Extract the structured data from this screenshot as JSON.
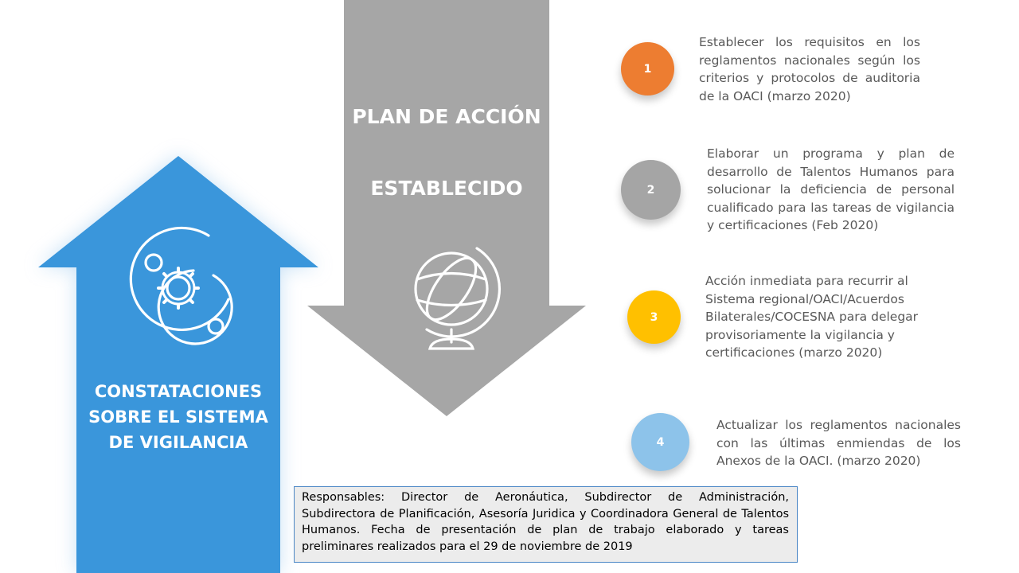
{
  "up_arrow": {
    "label": "CONSTATACIONES SOBRE EL SISTEMA DE VIGILANCIA",
    "color": "#3a96db",
    "icon": "gear-orbit-icon"
  },
  "down_arrow": {
    "title_line1": "PLAN DE ACCIÓN",
    "title_line2": "ESTABLECIDO",
    "color": "#a6a6a6",
    "icon": "globe-icon"
  },
  "steps": [
    {
      "number": "1",
      "color": "#ed7d31",
      "text": "Establecer los requisitos en los reglamentos nacionales según los criterios y protocolos de auditoria de la OACI (marzo 2020)"
    },
    {
      "number": "2",
      "color": "#a5a5a5",
      "text": "Elaborar un programa y plan de desarrollo de Talentos Humanos para solucionar la deficiencia de personal cualificado para las tareas de vigilancia y certificaciones (Feb 2020)"
    },
    {
      "number": "3",
      "color": "#ffc000",
      "text": "Acción inmediata para recurrir al Sistema regional/OACI/Acuerdos Bilaterales/COCESNA para delegar provisoriamente la vigilancia y certificaciones (marzo 2020)"
    },
    {
      "number": "4",
      "color": "#8dc3ea",
      "text": "Actualizar los reglamentos nacionales con las últimas enmiendas de los Anexos de la OACI. (marzo 2020)"
    }
  ],
  "responsables": "Responsables: Director de Aeronáutica, Subdirector de Administración, Subdirectora de Planificación, Asesoría Juridica y Coordinadora General de Talentos Humanos. Fecha de presentación de plan de trabajo elaborado y tareas preliminares realizados para el 29 de noviembre de 2019"
}
